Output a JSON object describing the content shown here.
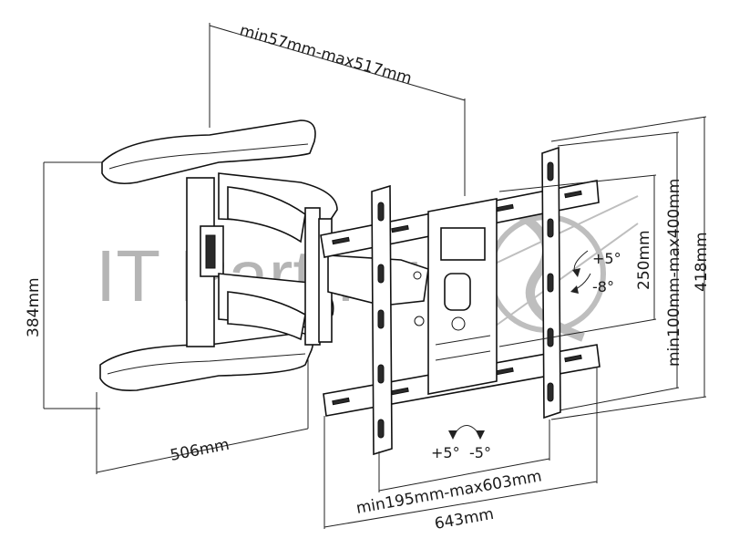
{
  "diagram": {
    "watermark": "IT Partner",
    "dimensions": {
      "depth": "min57mm-max517mm",
      "wall_plate_height": "384mm",
      "wall_plate_width": "506mm",
      "vesa_height_fixed": "250mm",
      "vesa_height_range": "min100mm-max400mm",
      "overall_height": "418mm",
      "vesa_width_range": "min195mm-max603mm",
      "overall_width": "643mm"
    },
    "tilt": {
      "up": "+5°",
      "down": "-8°"
    },
    "swivel": {
      "right": "+5°",
      "left": "-5°"
    }
  }
}
